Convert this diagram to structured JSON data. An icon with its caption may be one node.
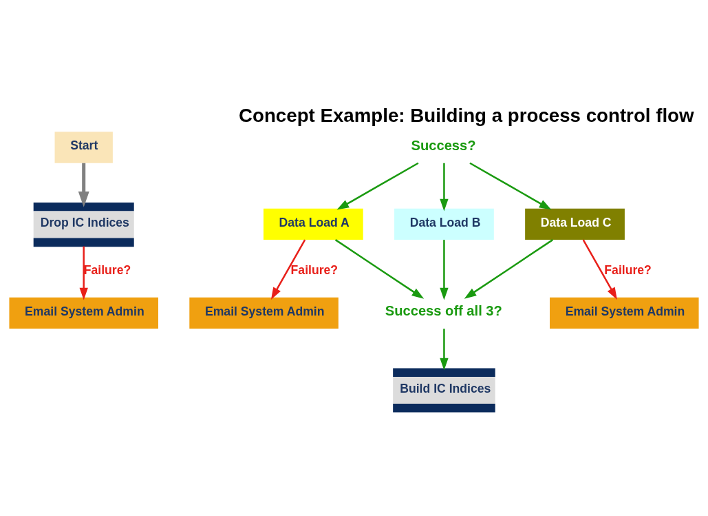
{
  "diagram": {
    "title": "Concept Example: Building a process control flow",
    "nodes": [
      {
        "text": [
          "Start"
        ]
      },
      {
        "text": [
          "Drop IC Indices"
        ]
      },
      {
        "text": [
          "Success?"
        ]
      },
      {
        "text": [
          "Email System Admin"
        ]
      },
      {
        "text": [
          "Data Load A"
        ]
      },
      {
        "text": [
          "Data Load B"
        ]
      },
      {
        "text": [
          "Data Load C"
        ]
      },
      {
        "text": [
          "Email System Admin"
        ]
      },
      {
        "text": [
          "Success off all 3?"
        ]
      },
      {
        "text": [
          "Email System Admin"
        ]
      },
      {
        "text": [
          "Build IC Indices"
        ]
      }
    ],
    "edges": [
      {
        "from": 0,
        "to": 1,
        "arrow": "to",
        "style": "thick",
        "color": "#808080"
      },
      {
        "from": 1,
        "to": 3,
        "arrow": "to",
        "label": "Failure?",
        "color": "#e8201a"
      },
      {
        "from": 2,
        "to": 4,
        "arrow": "to"
      },
      {
        "from": 2,
        "to": 5,
        "arrow": "to"
      },
      {
        "from": 2,
        "to": 6,
        "arrow": "to"
      },
      {
        "from": 4,
        "to": 7,
        "arrow": "to",
        "label": "Failure?",
        "color": "#e8201a"
      },
      {
        "from": 4,
        "to": 8,
        "arrow": "to"
      },
      {
        "from": 5,
        "to": 8,
        "arrow": "to"
      },
      {
        "from": 6,
        "to": 8,
        "arrow": "to"
      },
      {
        "from": 6,
        "to": 9,
        "arrow": "to",
        "label": "Failure?",
        "color": "#e8201a"
      },
      {
        "from": 8,
        "to": 10,
        "arrow": "to"
      }
    ]
  }
}
